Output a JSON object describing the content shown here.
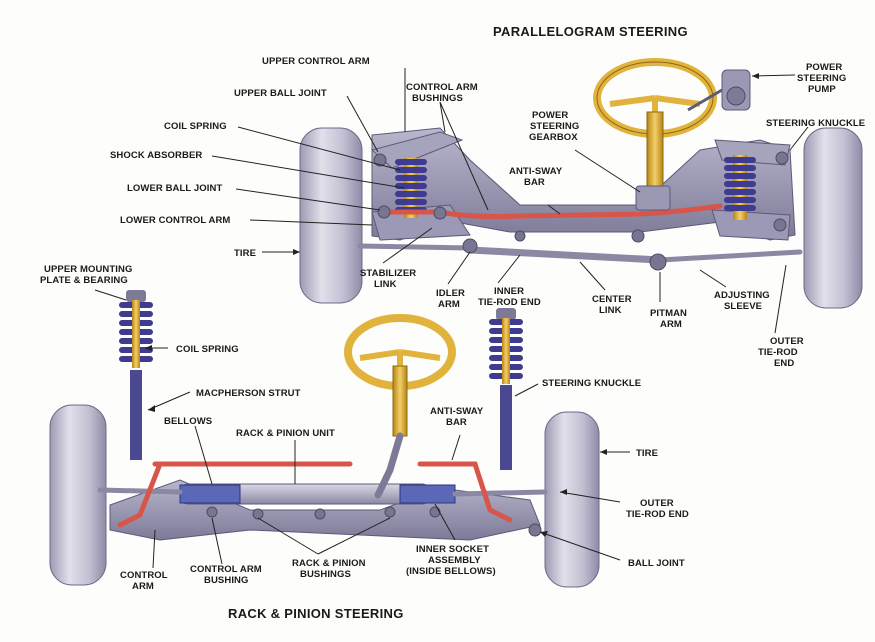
{
  "titles": {
    "parallelogram": "PARALLELOGRAM STEERING",
    "rack_pinion": "RACK & PINION STEERING"
  },
  "labels": {
    "upper_control_arm": "UPPER CONTROL ARM",
    "upper_ball_joint": "UPPER BALL JOINT",
    "coil_spring_top": "COIL SPRING",
    "shock_absorber": "SHOCK ABSORBER",
    "lower_ball_joint": "LOWER BALL JOINT",
    "lower_control_arm": "LOWER CONTROL ARM",
    "tire_top": "TIRE",
    "control_arm_bushings": [
      "CONTROL ARM",
      "BUSHINGS"
    ],
    "power_steering_gearbox": [
      "POWER",
      "STEERING",
      "GEARBOX"
    ],
    "anti_sway_bar_top": [
      "ANTI-SWAY",
      "BAR"
    ],
    "power_steering_pump": [
      "POWER",
      "STEERING",
      "PUMP"
    ],
    "steering_knuckle_top": "STEERING KNUCKLE",
    "stabilizer_link": [
      "STABILIZER",
      "LINK"
    ],
    "idler_arm": [
      "IDLER",
      "ARM"
    ],
    "inner_tie_rod_end": [
      "INNER",
      "TIE-ROD END"
    ],
    "center_link": [
      "CENTER",
      "LINK"
    ],
    "pitman_arm": [
      "PITMAN",
      "ARM"
    ],
    "adjusting_sleeve": [
      "ADJUSTING",
      "SLEEVE"
    ],
    "outer_tie_rod_end_top": [
      "OUTER",
      "TIE-ROD",
      "END"
    ],
    "upper_mounting_plate": [
      "UPPER MOUNTING",
      "PLATE & BEARING"
    ],
    "coil_spring_bottom": "COIL SPRING",
    "macpherson_strut": "MACPHERSON STRUT",
    "bellows": "BELLOWS",
    "rack_pinion_unit": "RACK & PINION UNIT",
    "anti_sway_bar_bottom": [
      "ANTI-SWAY",
      "BAR"
    ],
    "steering_knuckle_bottom": "STEERING KNUCKLE",
    "tire_bottom": "TIRE",
    "outer_tie_rod_end_bottom": [
      "OUTER",
      "TIE-ROD END"
    ],
    "ball_joint": "BALL JOINT",
    "control_arm": [
      "CONTROL",
      "ARM"
    ],
    "control_arm_bushing": [
      "CONTROL ARM",
      "BUSHING"
    ],
    "rack_pinion_bushings": [
      "RACK & PINION",
      "BUSHINGS"
    ],
    "inner_socket_assembly": [
      "INNER SOCKET",
      "ASSEMBLY",
      "(INSIDE BELLOWS)"
    ]
  },
  "colors": {
    "tire": "#c7c4d6",
    "frame": "#8c8aa8",
    "spring": "#3f3c8f",
    "shock": "#e0a92c",
    "sway_bar": "#d8554a",
    "wheel": "#e1b33d",
    "rack": "#5b68b8"
  }
}
